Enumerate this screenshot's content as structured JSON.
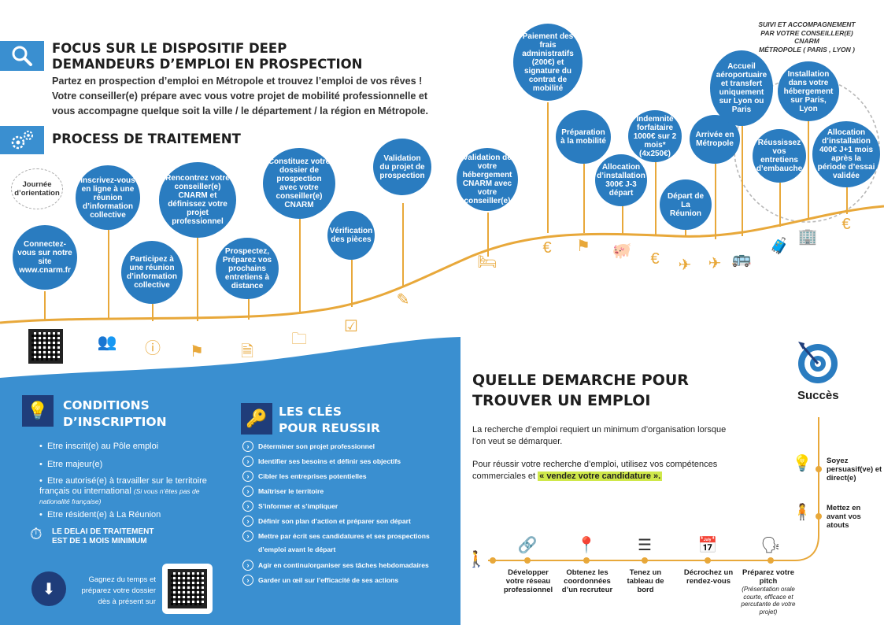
{
  "header": {
    "focus_title_1": "FOCUS SUR LE DISPOSITIF DEEP",
    "focus_title_2": "DEMANDEURS D’EMPLOI EN PROSPECTION",
    "intro_1": "Partez en prospection d’emploi en Métropole et trouvez l’emploi de vos rêves !",
    "intro_2": "Votre conseiller(e) prépare avec vous votre projet de mobilité professionnelle et",
    "intro_3": "vous accompagne quelque soit la ville / le département / la région en Métropole.",
    "process_title": "PROCESS DE TRAITEMENT",
    "suivi_1": "SUIVI ET ACCOMPAGNEMENT",
    "suivi_2": "PAR VOTRE CONSEILLER(E) CNARM",
    "suivi_3": "MÉTROPOLE ( PARIS , LYON )"
  },
  "timeline": {
    "journee": "Journée d’orientation",
    "steps": [
      "Connectez-vous sur notre site www.cnarm.fr",
      "Inscrivez-vous en ligne à une réunion d’information collective",
      "Participez à une réunion d’information collective",
      "Rencontrez votre conseiller(e) CNARM et définissez votre projet professionnel",
      "Prospectez, Préparez vos prochains entretiens à distance",
      "Constituez votre dossier de prospection avec votre conseiller(e) CNARM",
      "Vérification des pièces",
      "Validation du projet de prospection",
      "Validation de votre hébergement CNARM avec votre conseiller(e)",
      "Paiement des frais administratifs (200€) et signature du contrat de mobilité",
      "Préparation à la mobilité",
      "Allocation d’installation 300€ J-3 départ",
      "Indemnité forfaitaire 1000€ sur 2 mois* (4x250€)",
      "Départ de La Réunion",
      "Arrivée en Métropole",
      "Accueil aéroportuaire et transfert uniquement sur Lyon ou Paris",
      "Réussissez vos entretiens d’embauche",
      "Installation dans votre hébergement sur Paris, Lyon",
      "Allocation d’installation 400€ J+1 mois après la période d’essai validée"
    ]
  },
  "conditions": {
    "title_1": "CONDITIONS",
    "title_2": "D’INSCRIPTION",
    "items": [
      "Etre inscrit(e) au Pôle emploi",
      "Etre majeur(e)",
      "Etre autorisé(e) à travailler sur le territoire français ou international",
      "Etre résident(e) à La Réunion"
    ],
    "note": "(Si vous n’êtes pas de nationalité française)",
    "delai_1": "LE DELAI DE TRAITEMENT",
    "delai_2": "EST DE 1 MOIS MINIMUM",
    "gagnez_1": "Gagnez du temps et",
    "gagnez_2": "préparez votre dossier",
    "gagnez_3": "dès à présent sur"
  },
  "cles": {
    "title_1": "LES CLÉS",
    "title_2": "POUR REUSSIR",
    "items": [
      "Déterminer son projet professionnel",
      "Identifier ses besoins et définir ses objectifs",
      "Cibler les entreprises potentielles",
      "Maîtriser le territoire",
      "S’informer et s’impliquer",
      "Définir son plan d’action et préparer son départ",
      "Mettre par écrit ses candidatures et ses prospections",
      "d’emploi avant le départ",
      "Agir en continu/organiser ses tâches hebdomadaires",
      "Garder un œil sur l’efficacité de ses actions"
    ]
  },
  "demarche": {
    "title_1": "QUELLE DEMARCHE POUR",
    "title_2": "TROUVER UN EMPLOI",
    "p1_1": "La recherche d’emploi requiert un minimum d’organisation lorsque",
    "p1_2": "l’on veut se démarquer.",
    "p2_1": "Pour réussir votre recherche d’emploi, utilisez vos compétences",
    "p2_2": "commerciales et",
    "highlight": "« vendez votre candidature ».",
    "succes": "Succès",
    "soyez": "Soyez persuasif(ve) et direct(e)",
    "mettez": "Mettez en avant vos atouts",
    "steps": [
      "Développer votre réseau professionnel",
      "Obtenez les coordonnées d’un recruteur",
      "Tenez un tableau de bord",
      "Décrochez un rendez-vous",
      "Préparez votre pitch"
    ],
    "pitch_note": "(Présentation orale courte, efficace et percutante de votre projet)"
  },
  "colors": {
    "blue": "#2a7cc0",
    "panel_blue": "#3a8fd0",
    "orange": "#e8a83a",
    "navy": "#1f3d7a",
    "highlight": "#cfe84a"
  }
}
